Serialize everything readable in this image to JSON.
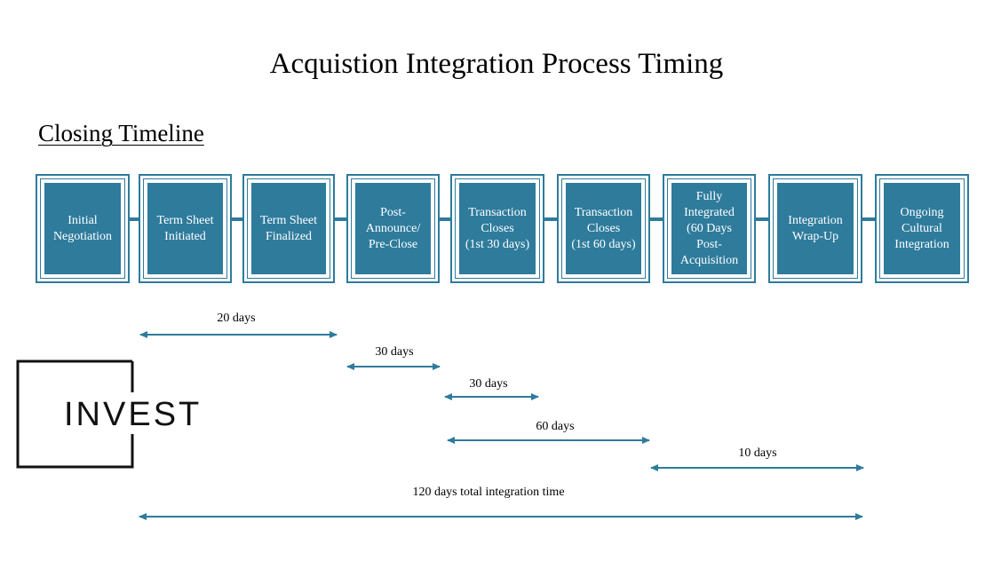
{
  "title": "Acquistion Integration Process Timing",
  "subtitle": "Closing Timeline",
  "steps": [
    {
      "label": "Initial\nNegotiation"
    },
    {
      "label": "Term Sheet\nInitiated"
    },
    {
      "label": "Term Sheet\nFinalized"
    },
    {
      "label": "Post-\nAnnounce/\nPre-Close"
    },
    {
      "label": "Transaction\nCloses\n(1st 30 days)"
    },
    {
      "label": "Transaction\nCloses\n(1st 60 days)"
    },
    {
      "label": "Fully\nIntegrated\n(60 Days\nPost-\nAcquisition"
    },
    {
      "label": "Integration\nWrap-Up"
    },
    {
      "label": "Ongoing\nCultural\nIntegration"
    }
  ],
  "durations": [
    {
      "label": "20 days"
    },
    {
      "label": "30 days"
    },
    {
      "label": "30 days"
    },
    {
      "label": "60 days"
    },
    {
      "label": "10 days"
    },
    {
      "label": "120 days total integration time"
    }
  ],
  "logo": {
    "text": "INVEST"
  },
  "colors": {
    "accent": "#2e7b9c",
    "logo": "#111111"
  }
}
